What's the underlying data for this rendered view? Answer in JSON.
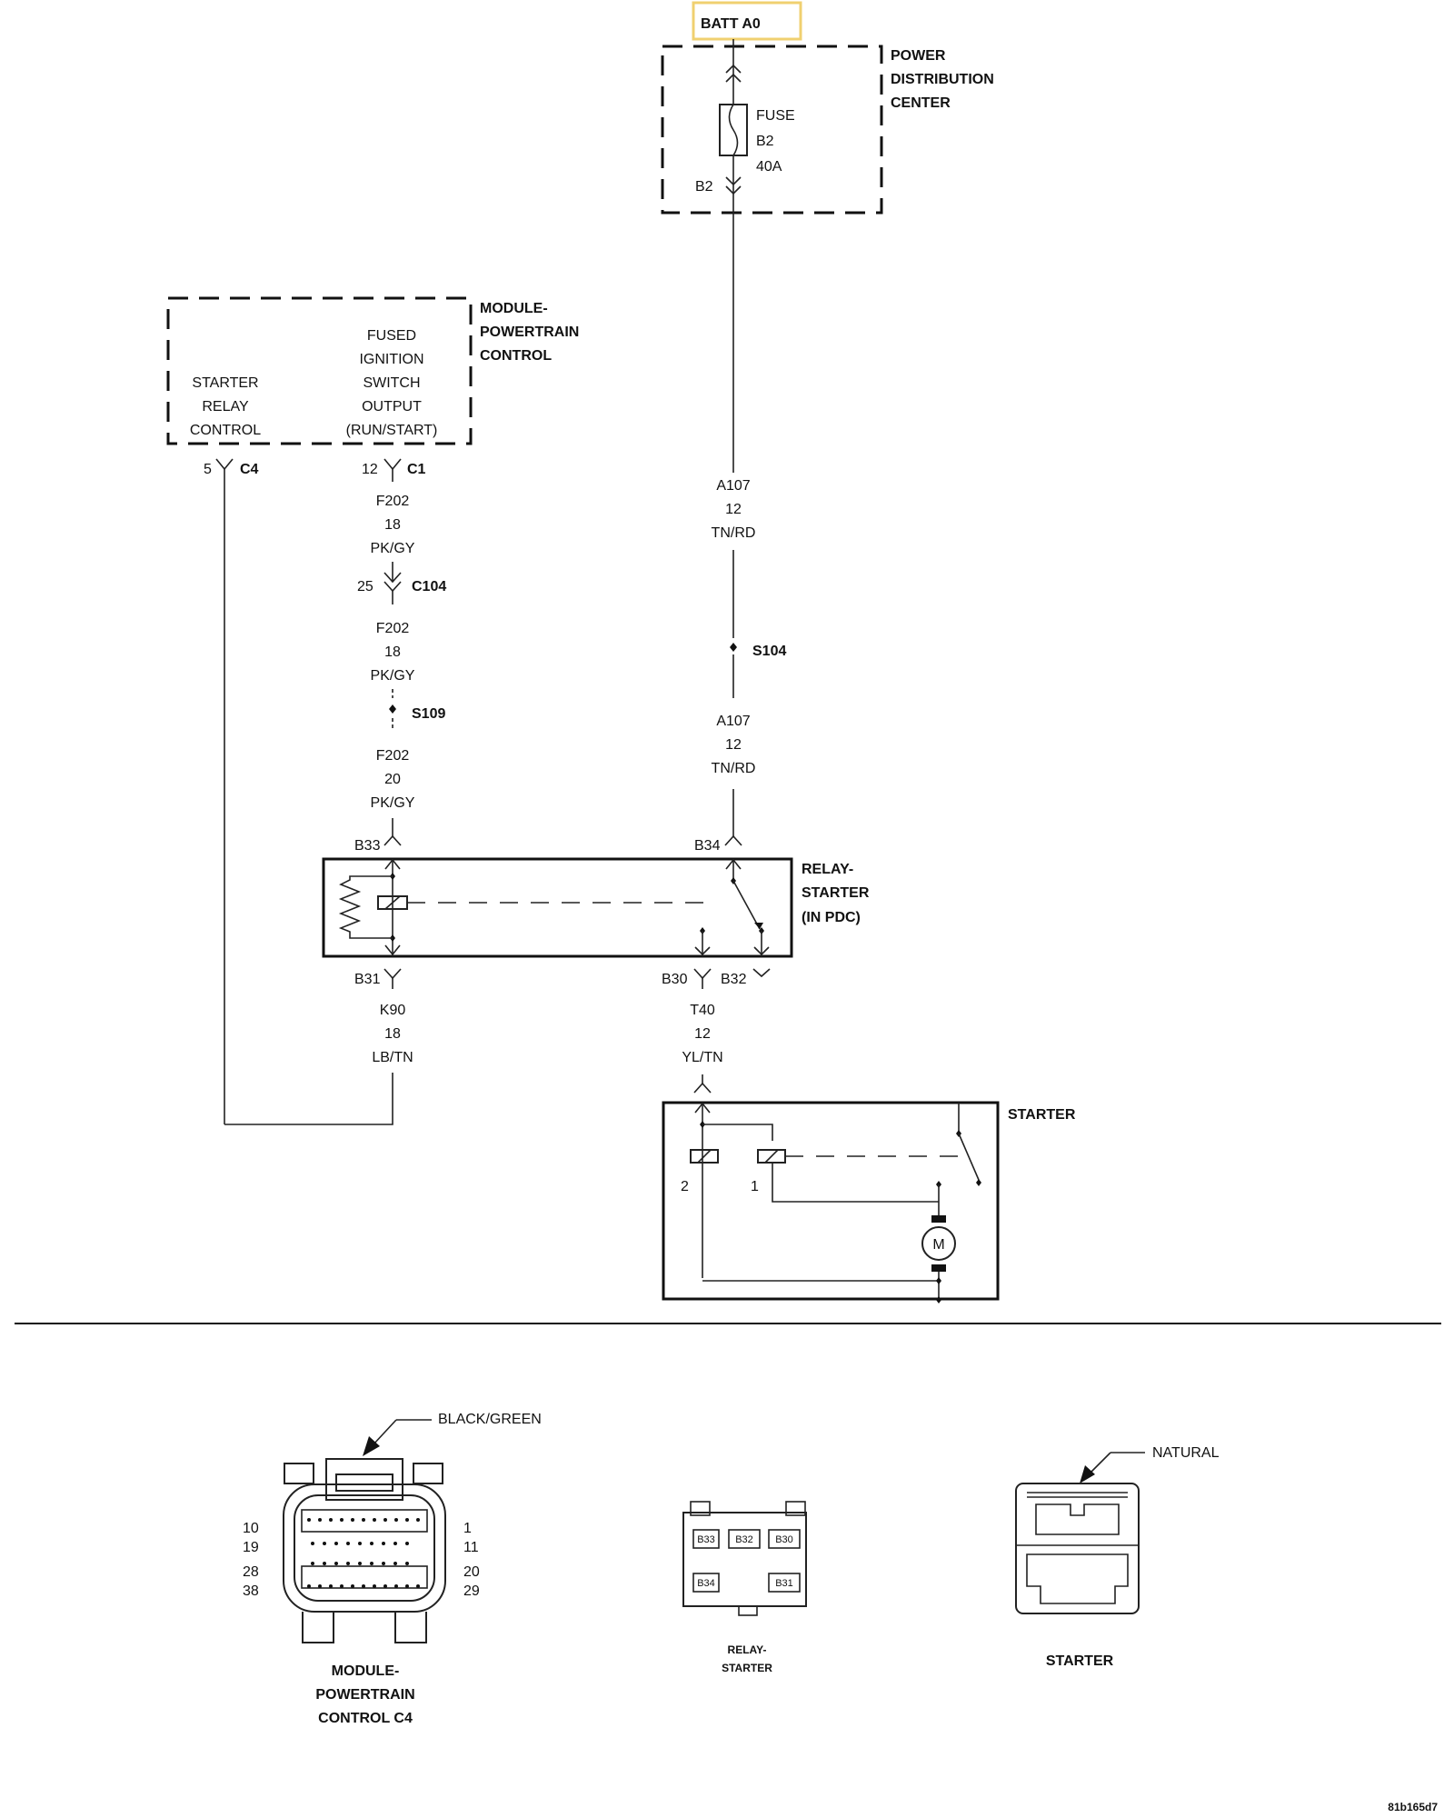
{
  "batt": "BATT A0",
  "pdc": {
    "l1": "POWER",
    "l2": "DISTRIBUTION",
    "l3": "CENTER",
    "fuse": "FUSE",
    "fuse_id": "B2",
    "fuse_rating": "40A",
    "pin": "B2"
  },
  "pcm": {
    "l1": "MODULE-",
    "l2": "POWERTRAIN",
    "l3": "CONTROL",
    "src_l1": "STARTER",
    "src_l2": "RELAY",
    "src_l3": "CONTROL",
    "fis_l1": "FUSED",
    "fis_l2": "IGNITION",
    "fis_l3": "SWITCH",
    "fis_l4": "OUTPUT",
    "fis_l5": "(RUN/START)",
    "pin5": "5",
    "c4": "C4",
    "pin12": "12",
    "c1": "C1"
  },
  "wires": {
    "f202a": {
      "id": "F202",
      "gauge": "18",
      "color": "PK/GY"
    },
    "c104": {
      "pin": "25",
      "name": "C104"
    },
    "f202b": {
      "id": "F202",
      "gauge": "18",
      "color": "PK/GY"
    },
    "s109": "S109",
    "f202c": {
      "id": "F202",
      "gauge": "20",
      "color": "PK/GY"
    },
    "a107a": {
      "id": "A107",
      "gauge": "12",
      "color": "TN/RD"
    },
    "s104": "S104",
    "a107b": {
      "id": "A107",
      "gauge": "12",
      "color": "TN/RD"
    },
    "k90": {
      "id": "K90",
      "gauge": "18",
      "color": "LB/TN"
    },
    "t40": {
      "id": "T40",
      "gauge": "12",
      "color": "YL/TN"
    }
  },
  "relay": {
    "l1": "RELAY-",
    "l2": "STARTER",
    "l3": "(IN PDC)",
    "b33": "B33",
    "b34": "B34",
    "b31": "B31",
    "b30": "B30",
    "b32": "B32"
  },
  "starter": {
    "label": "STARTER",
    "pin2": "2",
    "pin1": "1",
    "motor": "M"
  },
  "views": {
    "pcm": {
      "tag": "BLACK/GREEN",
      "n10": "10",
      "n19": "19",
      "n28": "28",
      "n38": "38",
      "n1": "1",
      "n11": "11",
      "n20": "20",
      "n29": "29",
      "l1": "MODULE-",
      "l2": "POWERTRAIN",
      "l3": "CONTROL C4"
    },
    "relay": {
      "b33": "B33",
      "b32": "B32",
      "b30": "B30",
      "b34": "B34",
      "b31": "B31",
      "l1": "RELAY-",
      "l2": "STARTER"
    },
    "starter": {
      "tag": "NATURAL",
      "label": "STARTER"
    }
  },
  "footer_id": "81b165d7"
}
